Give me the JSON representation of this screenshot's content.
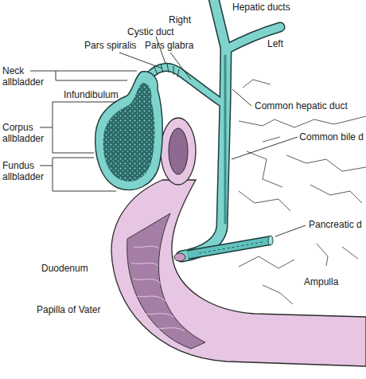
{
  "diagram": {
    "labels": [
      "Hepatic ducts",
      "Right",
      "Left",
      "Cystic duct",
      "Pars spiralis",
      "Pars glabra",
      "Neck allbladder",
      "Infundibulum",
      "Common hepatic duct",
      "Corpus allbladder",
      "Common bile d",
      "Fundus allbladder",
      "Pancreatic d",
      "Duodenum",
      "Ampulla",
      "Papilla of Vater"
    ]
  }
}
